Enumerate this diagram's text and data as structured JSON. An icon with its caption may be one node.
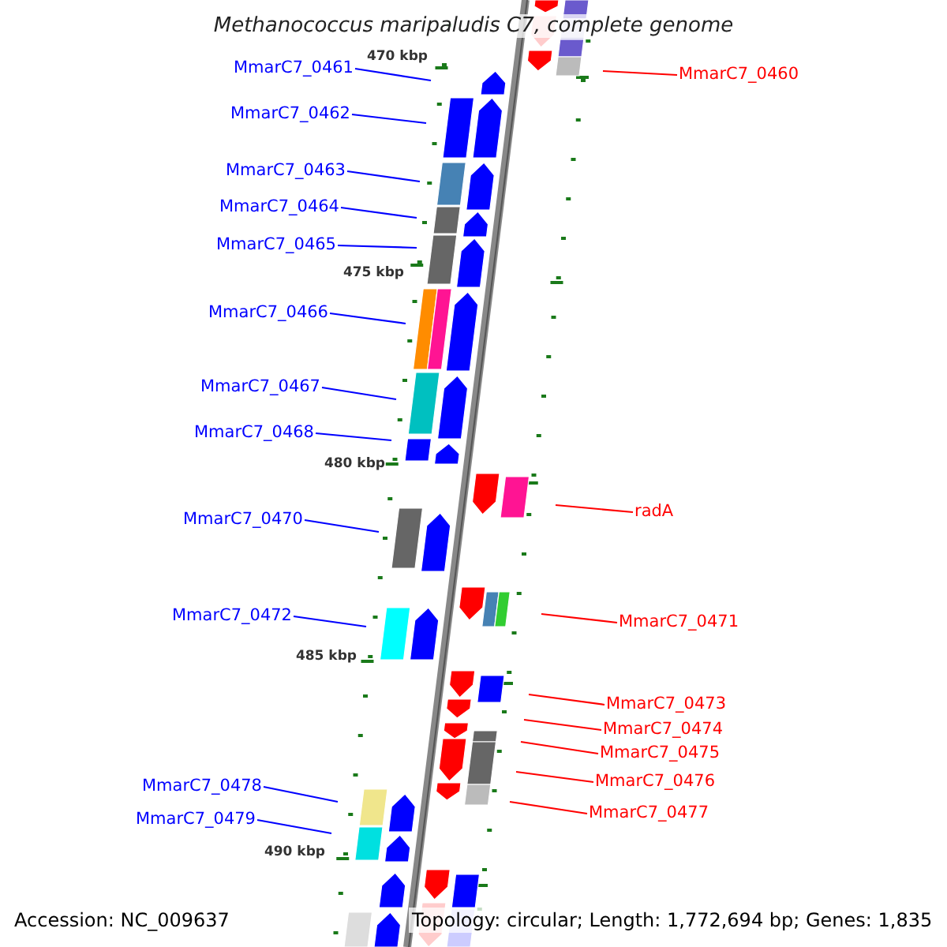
{
  "diagram": {
    "title": "Methanococcus maripaludis C7, complete genome",
    "nodes": [
      {
        "text": [
          "MmarC7_0461"
        ]
      },
      {
        "text": [
          "MmarC7_0460"
        ]
      },
      {
        "text": [
          "MmarC7_0462"
        ]
      },
      {
        "text": [
          "MmarC7_0463"
        ]
      },
      {
        "text": [
          "MmarC7_0464"
        ]
      },
      {
        "text": [
          "MmarC7_0465"
        ]
      },
      {
        "text": [
          "MmarC7_0466"
        ]
      },
      {
        "text": [
          "MmarC7_0467"
        ]
      },
      {
        "text": [
          "MmarC7_0468"
        ]
      },
      {
        "text": [
          "radA"
        ]
      },
      {
        "text": [
          "MmarC7_0470"
        ]
      },
      {
        "text": [
          "MmarC7_0472"
        ]
      },
      {
        "text": [
          "MmarC7_0471"
        ]
      },
      {
        "text": [
          "MmarC7_0473"
        ]
      },
      {
        "text": [
          "MmarC7_0474"
        ]
      },
      {
        "text": [
          "MmarC7_0475"
        ]
      },
      {
        "text": [
          "MmarC7_0476"
        ]
      },
      {
        "text": [
          "MmarC7_0478"
        ]
      },
      {
        "text": [
          "MmarC7_0477"
        ]
      },
      {
        "text": [
          "MmarC7_0479"
        ]
      }
    ],
    "edges": [
      {
        "from": 0,
        "to": null,
        "arrow": "none"
      },
      {
        "from": 1,
        "to": null,
        "arrow": "none",
        "color": "#ff0000"
      },
      {
        "from": 2,
        "to": null,
        "arrow": "none"
      },
      {
        "from": 3,
        "to": null,
        "arrow": "none"
      },
      {
        "from": 4,
        "to": null,
        "arrow": "none"
      },
      {
        "from": 5,
        "to": null,
        "arrow": "none"
      },
      {
        "from": 6,
        "to": null,
        "arrow": "none"
      },
      {
        "from": 7,
        "to": null,
        "arrow": "none"
      },
      {
        "from": 8,
        "to": null,
        "arrow": "none"
      },
      {
        "from": 9,
        "to": null,
        "arrow": "none",
        "color": "#ff0000"
      },
      {
        "from": 10,
        "to": null,
        "arrow": "none"
      },
      {
        "from": 11,
        "to": null,
        "arrow": "none"
      },
      {
        "from": 12,
        "to": null,
        "arrow": "none",
        "color": "#ff0000"
      },
      {
        "from": 13,
        "to": null,
        "arrow": "none",
        "color": "#ff0000"
      },
      {
        "from": 14,
        "to": null,
        "arrow": "none",
        "color": "#ff0000"
      },
      {
        "from": 15,
        "to": null,
        "arrow": "none",
        "color": "#ff0000"
      },
      {
        "from": 16,
        "to": null,
        "arrow": "none",
        "color": "#ff0000"
      },
      {
        "from": 17,
        "to": null,
        "arrow": "none"
      },
      {
        "from": 18,
        "to": null,
        "arrow": "none",
        "color": "#ff0000"
      },
      {
        "from": 19,
        "to": null,
        "arrow": "none"
      }
    ],
    "labels": [
      "470 kbp",
      "475 kbp",
      "480 kbp",
      "485 kbp",
      "490 kbp",
      "Accession: NC_009637",
      "Topology: circular; Length: 1,772,694 bp; Genes: 1,835"
    ]
  }
}
